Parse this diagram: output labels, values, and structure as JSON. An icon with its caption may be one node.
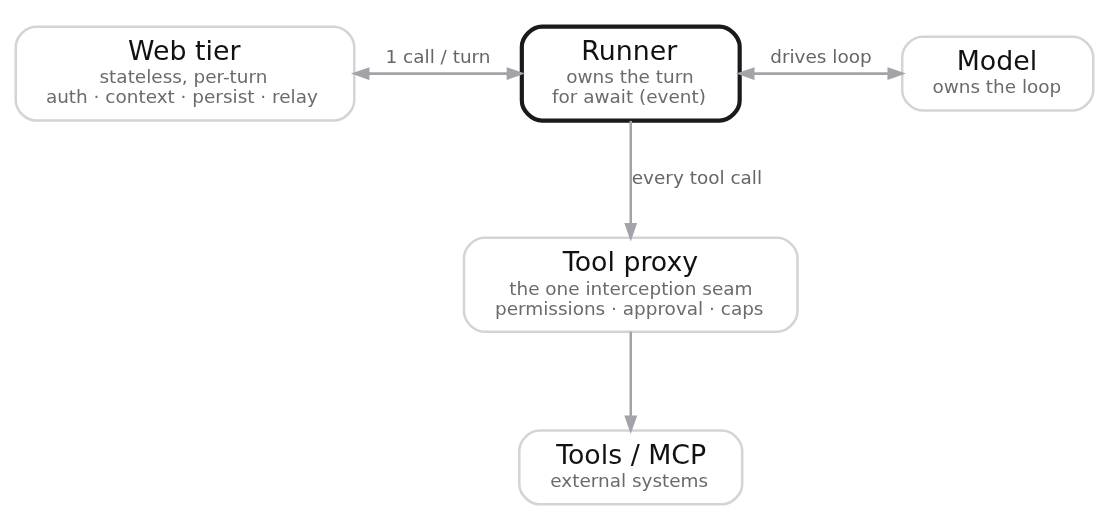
{
  "diagram": {
    "nodes": [
      {
        "text": [
          "Web tier",
          "stateless, per-turn",
          "auth · context · persist · relay"
        ]
      },
      {
        "text": [
          "Runner",
          "owns the turn",
          "for await (event)"
        ]
      },
      {
        "text": [
          "Model",
          "owns the loop"
        ]
      },
      {
        "text": [
          "Tool proxy",
          "the one interception seam",
          "permissions · approval · caps"
        ]
      },
      {
        "text": [
          "Tools / MCP",
          "external systems"
        ]
      }
    ],
    "edges": [
      {
        "from": 0,
        "to": 1,
        "arrow": "both",
        "label": "1 call / turn"
      },
      {
        "from": 1,
        "to": 2,
        "arrow": "both",
        "label": "drives loop"
      },
      {
        "from": 1,
        "to": 3,
        "arrow": "to",
        "label": "every tool call"
      },
      {
        "from": 3,
        "to": 4,
        "arrow": "to"
      }
    ]
  }
}
